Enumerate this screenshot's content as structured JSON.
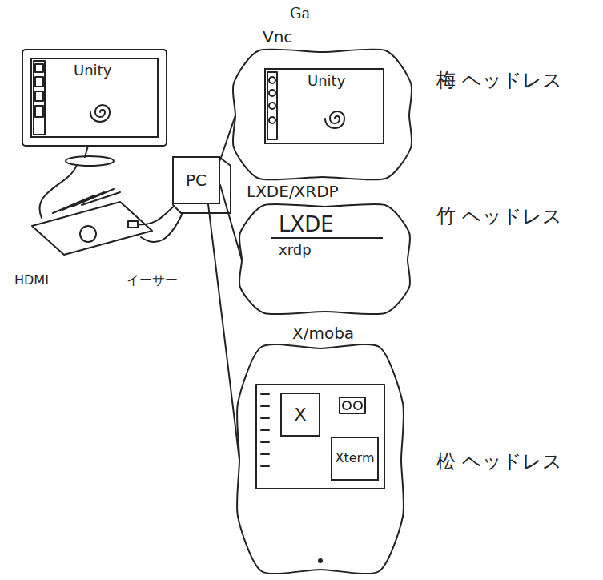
{
  "diagram": {
    "title": "Ga",
    "nodes": [
      {
        "text": [
          "Vnc"
        ]
      },
      {
        "text": [
          "Unity"
        ],
        "in": 0
      },
      {
        "text": [
          "Unity"
        ]
      },
      {
        "text": [
          "PC"
        ]
      },
      {
        "text": [
          "LXDE/XRDP"
        ]
      },
      {
        "text": [
          "LXDE",
          "xrdp"
        ],
        "in": 4
      },
      {
        "text": [
          "X/moba"
        ]
      },
      {
        "text": [
          "X"
        ],
        "in": 6
      },
      {
        "text": [
          "Xterm"
        ],
        "in": 6
      }
    ],
    "edges": [
      {
        "from": 3,
        "to": 0,
        "arrow": "none"
      },
      {
        "from": 3,
        "to": 4,
        "arrow": "none"
      },
      {
        "from": 3,
        "to": 6,
        "arrow": "none"
      }
    ],
    "labels": [
      "梅 ヘッドレス",
      "竹 ヘッドレス",
      "松 ヘッドレス",
      "HDMI",
      "イーサー"
    ]
  }
}
